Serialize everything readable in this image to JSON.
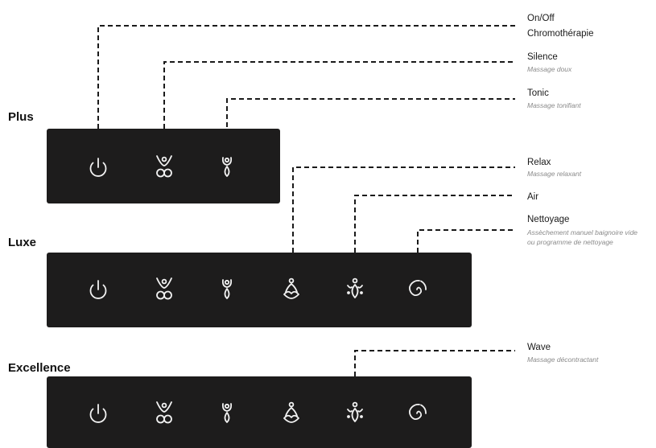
{
  "models": {
    "plus": "Plus",
    "luxe": "Luxe",
    "excellence": "Excellence"
  },
  "labels": {
    "onoff": {
      "title": "On/Off",
      "title2": "Chromothérapie"
    },
    "silence": {
      "title": "Silence",
      "subtitle": "Massage doux"
    },
    "tonic": {
      "title": "Tonic",
      "subtitle": "Massage tonifiant"
    },
    "relax": {
      "title": "Relax",
      "subtitle": "Massage relaxant"
    },
    "air": {
      "title": "Air"
    },
    "nettoyage": {
      "title": "Nettoyage",
      "subtitle": "Assèchement manuel baignoire vide",
      "subtitle2": "ou programme de nettoyage"
    },
    "wave": {
      "title": "Wave",
      "subtitle": "Massage décontractant"
    }
  },
  "icons": [
    "power-icon",
    "silence-icon",
    "tonic-icon",
    "relax-icon",
    "air-icon",
    "spiral-icon"
  ],
  "colors": {
    "panel": "#1d1c1c",
    "icon": "#f2f2f2",
    "leader": "#1a1a1a",
    "subtitle": "#8a8a8a"
  }
}
